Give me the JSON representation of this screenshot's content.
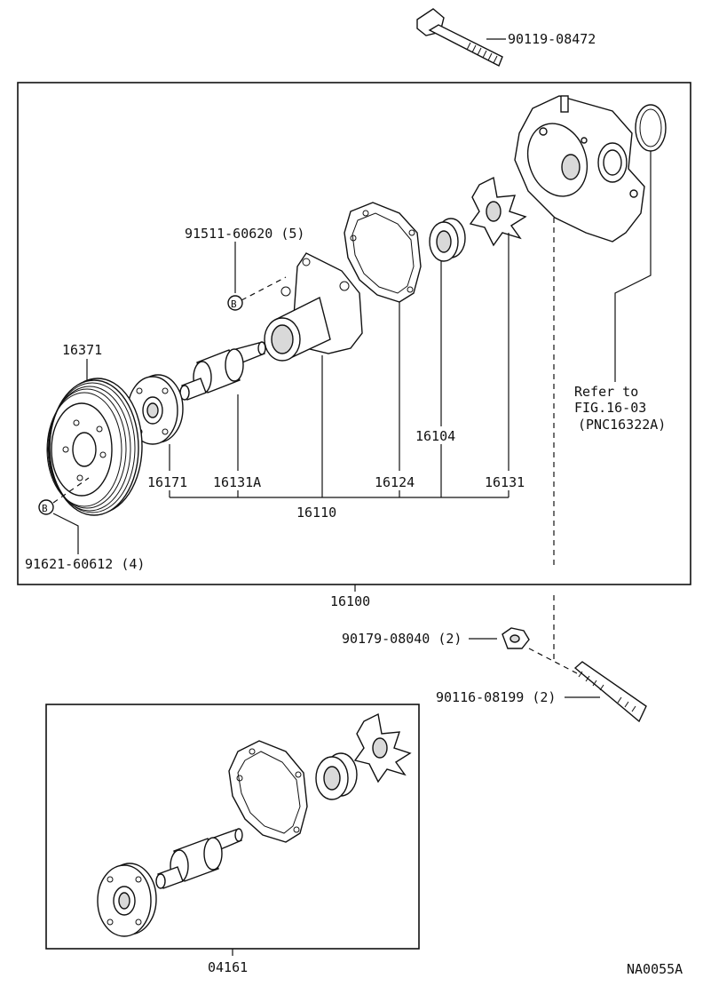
{
  "labels": {
    "bolt_top": "90119-08472",
    "bolt_b_top": "91511-60620 (5)",
    "pulley": "16371",
    "bolt_b_bottom": "91621-60612 (4)",
    "seat": "16171",
    "shaft": "16131A",
    "body": "16110",
    "gasket": "16124",
    "seal": "16104",
    "rotor": "16131",
    "refer_1": "Refer to",
    "refer_2": "FIG.16-03",
    "refer_3": "(PNC16322A)",
    "assembly": "16100",
    "nut": "90179-08040 (2)",
    "stud": "90116-08199 (2)",
    "kit": "04161",
    "figure_code": "NA0055A",
    "callout_b": "B"
  }
}
